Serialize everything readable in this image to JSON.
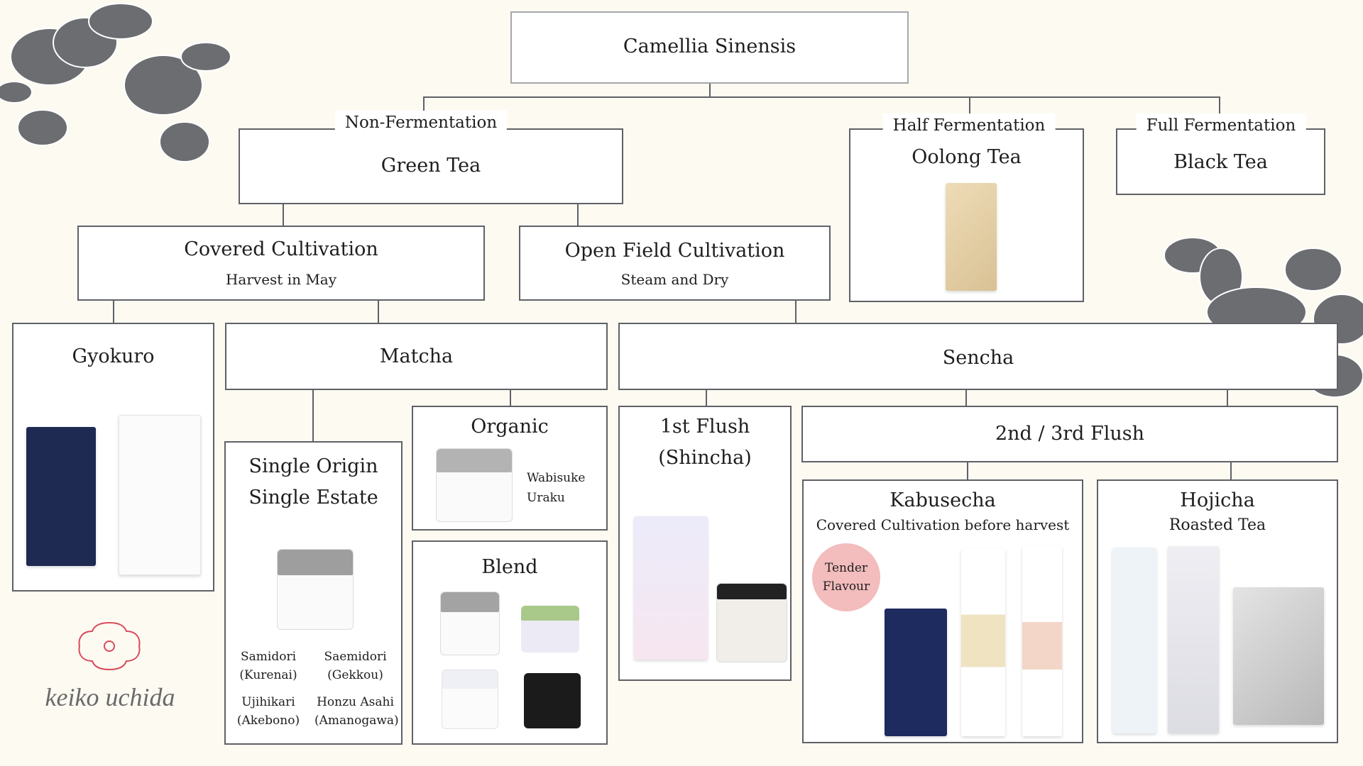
{
  "root": {
    "title": "Camellia Sinensis"
  },
  "green": {
    "tag": "Non-Fermentation",
    "title": "Green Tea"
  },
  "oolong": {
    "tag": "Half Fermentation",
    "title": "Oolong Tea"
  },
  "black": {
    "tag": "Full Fermentation",
    "title": "Black Tea"
  },
  "covered": {
    "title": "Covered Cultivation",
    "sub": "Harvest in May"
  },
  "open": {
    "title": "Open Field Cultivation",
    "sub": "Steam and Dry"
  },
  "gyokuro": {
    "title": "Gyokuro"
  },
  "matcha": {
    "title": "Matcha"
  },
  "sencha": {
    "title": "Sencha"
  },
  "single": {
    "title1": "Single Origin",
    "title2": "Single Estate",
    "varieties": [
      {
        "name": "Samidori",
        "alias": "(Kurenai)"
      },
      {
        "name": "Saemidori",
        "alias": "(Gekkou)"
      },
      {
        "name": "Ujihikari",
        "alias": "(Akebono)"
      },
      {
        "name": "Honzu Asahi",
        "alias": "(Amanogawa)"
      }
    ]
  },
  "organic": {
    "title": "Organic",
    "items": [
      "Wabisuke",
      "Uraku"
    ]
  },
  "blend": {
    "title": "Blend"
  },
  "first_flush": {
    "title1": "1st Flush",
    "title2": "(Shincha)"
  },
  "second_flush": {
    "title": "2nd / 3rd Flush"
  },
  "kabusecha": {
    "title": "Kabusecha",
    "sub": "Covered Cultivation before harvest",
    "badge1": "Tender",
    "badge2": "Flavour"
  },
  "hojicha": {
    "title": "Hojicha",
    "sub": "Roasted Tea"
  },
  "brand": {
    "name": "keiko uchida",
    "color": "#d94b5c"
  },
  "colors": {
    "background": "#fdfaf2",
    "border": "#5f6166",
    "badge": "#f3bcbd",
    "flower": "#6b6d71"
  }
}
